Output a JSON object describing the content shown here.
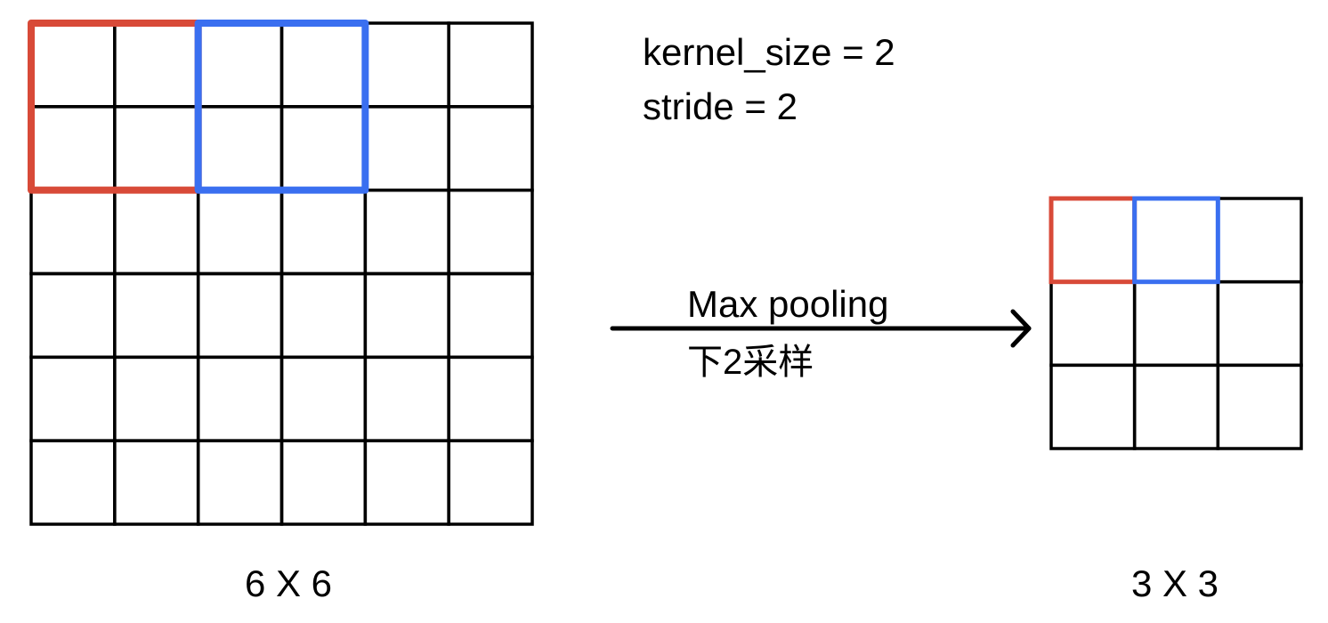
{
  "params": {
    "kernel_size_line": "kernel_size = 2",
    "stride_line": "stride = 2"
  },
  "operation": {
    "name": "Max pooling",
    "subtitle": "下2采样"
  },
  "input_grid": {
    "rows": 6,
    "cols": 6,
    "label": "6 X 6"
  },
  "output_grid": {
    "rows": 3,
    "cols": 3,
    "label": "3 X 3"
  },
  "colors": {
    "grid_line": "#000000",
    "window_1": "#d84a38",
    "window_2": "#3a6ff0"
  }
}
